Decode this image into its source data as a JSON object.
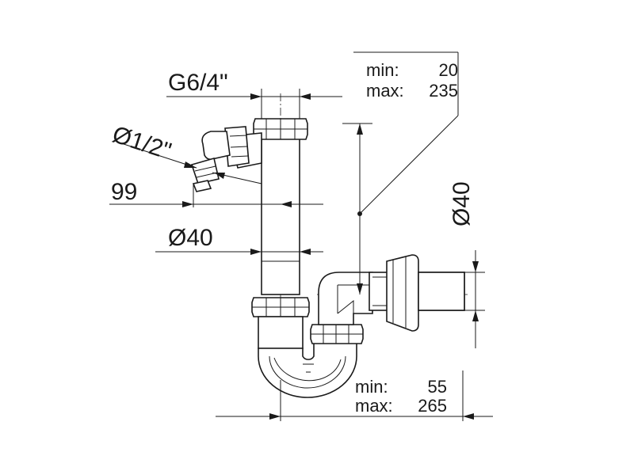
{
  "labels": {
    "thread": "G6/4\"",
    "side_inlet": "Ø1/2\"",
    "offset_99": "99",
    "pipe_diameter": "Ø40",
    "outlet_diameter": "Ø40",
    "height_min_label": "min:",
    "height_min_value": "20",
    "height_max_label": "max:",
    "height_max_value": "235",
    "depth_min_label": "min:",
    "depth_min_value": "55",
    "depth_max_label": "max:",
    "depth_max_value": "265"
  },
  "colors": {
    "line": "#1a1a1a",
    "background": "#ffffff"
  }
}
